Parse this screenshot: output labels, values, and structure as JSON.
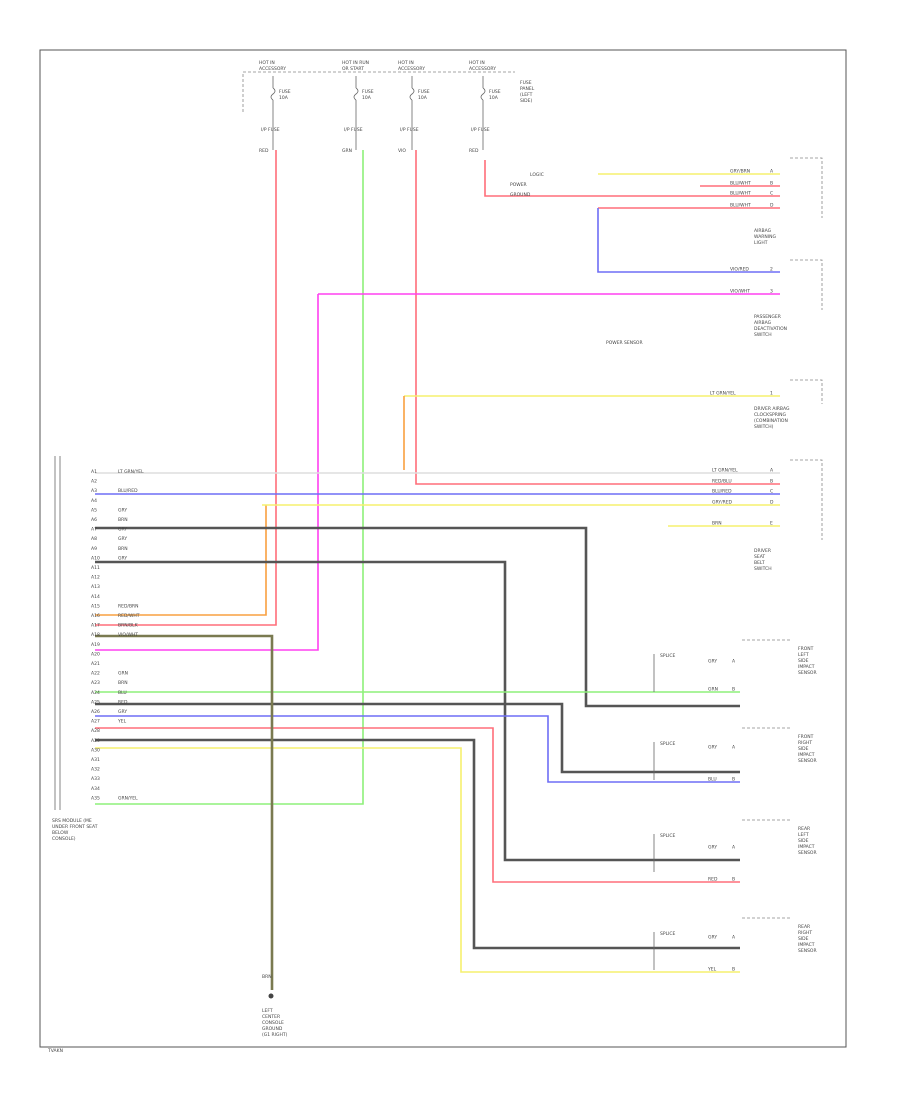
{
  "diagram": {
    "page_code": "TVAKN",
    "module_label": [
      "SRS MODULE (ME",
      "UNDER FRONT SEAT",
      "BELOW",
      "CONSOLE)"
    ],
    "module_pins": [
      "A1",
      "A2",
      "A3",
      "A4",
      "A5",
      "A6",
      "A7",
      "A8",
      "A9",
      "A10",
      "A11",
      "A12",
      "A13",
      "A14",
      "A15",
      "A16",
      "A17",
      "A18",
      "A19",
      "A20",
      "A21",
      "A22",
      "A23",
      "A24",
      "A25",
      "A26",
      "A27",
      "A28",
      "A29",
      "A30",
      "A31",
      "A32",
      "A33",
      "A34",
      "A35"
    ],
    "module_wire_labels": [
      "LT GRN/YEL",
      "",
      "BLU/RED",
      "",
      "GRY",
      "BRN",
      "GRY",
      "GRY",
      "BRN",
      "GRY",
      "",
      "",
      "",
      "",
      "RED/BRN",
      "RED/WHT",
      "BRN/BLK",
      "VIO/WHT",
      "",
      "",
      "",
      "GRN",
      "BRN",
      "BLU",
      "RED",
      "GRY",
      "YEL",
      "",
      "",
      "",
      "",
      "",
      "",
      "",
      "GRN/YEL"
    ],
    "fuses": [
      {
        "top": [
          "HOT IN",
          "ACCESSORY"
        ],
        "name": [
          "FUSE",
          "10A"
        ],
        "wire": "RED",
        "note": "I/P FUSE"
      },
      {
        "top": [
          "HOT IN RUN",
          "OR START"
        ],
        "name": [
          "FUSE",
          "10A"
        ],
        "wire": "GRN",
        "note": "I/P FUSE"
      },
      {
        "top": [
          "HOT IN",
          "ACCESSORY"
        ],
        "name": [
          "FUSE",
          "10A"
        ],
        "wire": "VIO",
        "note": "I/P FUSE"
      },
      {
        "top": [
          "HOT IN",
          "ACCESSORY"
        ],
        "name": [
          "FUSE",
          "10A"
        ],
        "wire": "RED",
        "note": "I/P FUSE"
      }
    ],
    "fuse_panel_label": [
      "FUSE",
      "PANEL",
      "(LEFT",
      "SIDE)"
    ],
    "components": [
      {
        "name": [
          "AIRBAG",
          "WARNING",
          "LIGHT"
        ],
        "pins": [
          "GRY/BRN",
          "BLU/WHT",
          "BLU/WHT",
          "BLU/WHT"
        ],
        "pin_ids": [
          "A",
          "B",
          "C",
          "D"
        ]
      },
      {
        "name": [
          "PASSENGER",
          "AIRBAG",
          "DEACTIVATION",
          "SWITCH"
        ],
        "pins": [
          "VIO/RED",
          "VIO/WHT"
        ],
        "pin_ids": [
          "2",
          "3"
        ]
      },
      {
        "name": [
          "DRIVER AIRBAG",
          "CLOCKSPRING",
          "(COMBINATION",
          "SWITCH)"
        ],
        "pins": [
          "LT GRN/YEL"
        ],
        "pin_ids": [
          "1"
        ]
      },
      {
        "name": [
          "DRIVER",
          "SEAT",
          "BELT",
          "SWITCH"
        ],
        "pins": [
          "LT GRN/YEL",
          "RED/BLU",
          "BLU/RED",
          "GRY/RED",
          "BRN"
        ],
        "pin_ids": [
          "A",
          "B",
          "C",
          "D",
          "E"
        ]
      }
    ],
    "splice_labels": [
      "LOGIC",
      "POWER",
      "GROUND",
      "POWER",
      "SENSOR"
    ],
    "sensors": [
      {
        "name": [
          "FRONT",
          "LEFT",
          "SIDE",
          "IMPACT",
          "SENSOR"
        ],
        "pins": [
          "GRY",
          "GRN"
        ],
        "pin_ids": [
          "A",
          "B"
        ]
      },
      {
        "name": [
          "FRONT",
          "RIGHT",
          "SIDE",
          "IMPACT",
          "SENSOR"
        ],
        "pins": [
          "GRY",
          "BLU"
        ],
        "pin_ids": [
          "A",
          "B"
        ]
      },
      {
        "name": [
          "REAR",
          "LEFT",
          "SIDE",
          "IMPACT",
          "SENSOR"
        ],
        "pins": [
          "GRY",
          "RED"
        ],
        "pin_ids": [
          "A",
          "B"
        ]
      },
      {
        "name": [
          "REAR",
          "RIGHT",
          "SIDE",
          "IMPACT",
          "SENSOR"
        ],
        "pins": [
          "GRY",
          "YEL"
        ],
        "pin_ids": [
          "A",
          "B"
        ]
      }
    ],
    "sensor_splice": "SPLICE",
    "ground": {
      "wire": "BRN",
      "name": [
        "LEFT",
        "CENTER",
        "CONSOLE",
        "GROUND",
        "(G1 RIGHT)"
      ]
    },
    "colors": {
      "red": "#ff6e7a",
      "green": "#8ef07a",
      "magenta": "#ff40f0",
      "blue": "#6e6ef5",
      "yellow": "#f6f06e",
      "orange": "#f8a040",
      "grey": "#8a8a8a",
      "dark": "#555555",
      "olive": "#7a7a50",
      "lightgray": "#dddddd",
      "pink": "#ffb0c0"
    }
  }
}
